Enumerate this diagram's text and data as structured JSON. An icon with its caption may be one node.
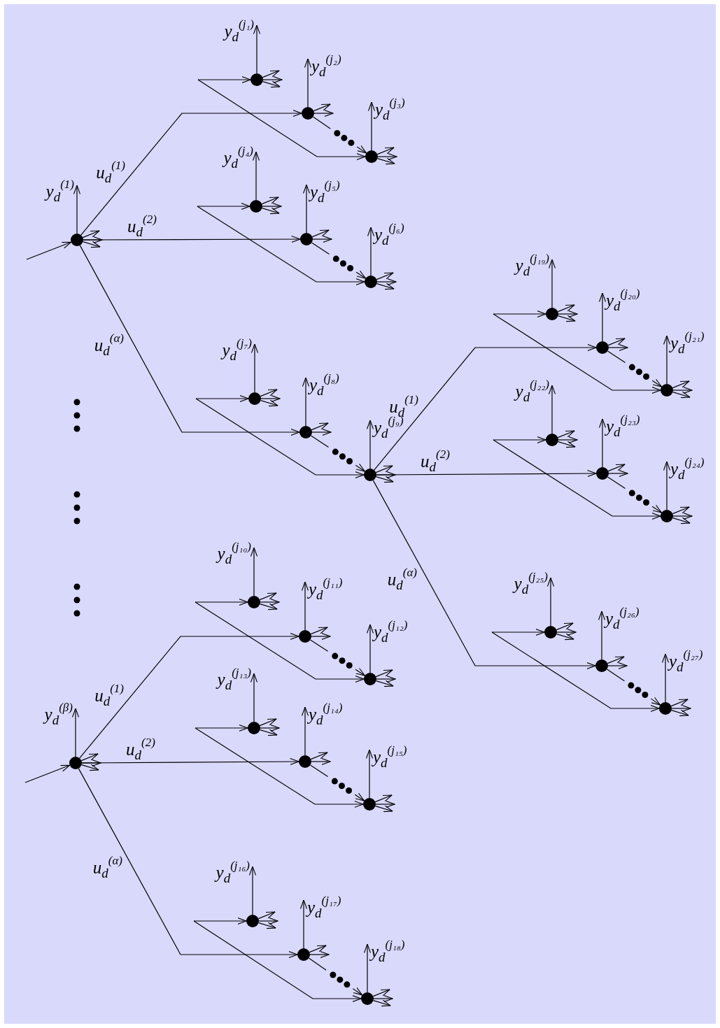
{
  "diagram": {
    "nodes": [
      {
        "text": [],
        "shape": "circle"
      },
      {
        "text": [],
        "shape": "circle"
      },
      {
        "text": [],
        "shape": "circle"
      },
      {
        "text": [],
        "shape": "circle"
      },
      {
        "text": [],
        "shape": "circle"
      },
      {
        "text": [],
        "shape": "circle"
      },
      {
        "text": [],
        "shape": "circle"
      },
      {
        "text": [],
        "shape": "circle"
      },
      {
        "text": [],
        "shape": "circle"
      },
      {
        "text": [],
        "shape": "circle"
      },
      {
        "text": [],
        "shape": "circle"
      },
      {
        "text": [],
        "shape": "circle"
      },
      {
        "text": [],
        "shape": "circle"
      },
      {
        "text": [],
        "shape": "circle"
      },
      {
        "text": [],
        "shape": "circle"
      },
      {
        "text": [],
        "shape": "circle"
      },
      {
        "text": [],
        "shape": "circle"
      },
      {
        "text": [],
        "shape": "circle"
      },
      {
        "text": [],
        "shape": "circle"
      },
      {
        "text": [],
        "shape": "circle"
      },
      {
        "text": [],
        "shape": "circle"
      },
      {
        "text": [],
        "shape": "circle"
      },
      {
        "text": [],
        "shape": "circle"
      },
      {
        "text": [],
        "shape": "circle"
      },
      {
        "text": [],
        "shape": "circle"
      },
      {
        "text": [],
        "shape": "circle"
      },
      {
        "text": [],
        "shape": "circle"
      },
      {
        "text": [],
        "shape": "circle"
      },
      {
        "text": [],
        "shape": "circle"
      }
    ],
    "edges": [
      {
        "from": 0,
        "to": null,
        "arrow": "to",
        "label": "y$_{d}$$^{(1)}$"
      },
      {
        "from": 0,
        "to": null,
        "arrow": "to"
      },
      {
        "from": 0,
        "to": null,
        "arrow": "to"
      },
      {
        "from": 0,
        "to": null,
        "arrow": "to"
      },
      {
        "from": 1,
        "to": null,
        "arrow": "to",
        "label": "y$_{d}$$^{(j₁)}$"
      },
      {
        "from": 1,
        "to": null,
        "arrow": "to"
      },
      {
        "from": 1,
        "to": null,
        "arrow": "to"
      },
      {
        "from": 1,
        "to": null,
        "arrow": "to"
      },
      {
        "from": 2,
        "to": null,
        "arrow": "to",
        "label": "y$_{d}$$^{(j₂)}$"
      },
      {
        "from": 2,
        "to": null,
        "arrow": "to"
      },
      {
        "from": 2,
        "to": null,
        "arrow": "to"
      },
      {
        "from": 2,
        "to": 3,
        "arrow": "to",
        "style": "dashed"
      },
      {
        "from": 3,
        "to": null,
        "arrow": "to",
        "label": "y$_{d}$$^{(j₃)}$"
      },
      {
        "from": 3,
        "to": null,
        "arrow": "to"
      },
      {
        "from": 3,
        "to": null,
        "arrow": "to"
      },
      {
        "from": 3,
        "to": null,
        "arrow": "to"
      },
      {
        "from": 4,
        "to": null,
        "arrow": "to",
        "label": "y$_{d}$$^{(j₄)}$"
      },
      {
        "from": 4,
        "to": null,
        "arrow": "to"
      },
      {
        "from": 4,
        "to": null,
        "arrow": "to"
      },
      {
        "from": 4,
        "to": null,
        "arrow": "to"
      },
      {
        "from": 5,
        "to": null,
        "arrow": "to",
        "label": "y$_{d}$$^{(j₅)}$"
      },
      {
        "from": 5,
        "to": null,
        "arrow": "to"
      },
      {
        "from": 5,
        "to": null,
        "arrow": "to"
      },
      {
        "from": 5,
        "to": 6,
        "arrow": "to",
        "style": "dashed"
      },
      {
        "from": 6,
        "to": null,
        "arrow": "to",
        "label": "y$_{d}$$^{(j₆)}$"
      },
      {
        "from": 6,
        "to": null,
        "arrow": "to"
      },
      {
        "from": 6,
        "to": null,
        "arrow": "to"
      },
      {
        "from": 6,
        "to": null,
        "arrow": "to"
      },
      {
        "from": 7,
        "to": null,
        "arrow": "to",
        "label": "y$_{d}$$^{(j₇)}$"
      },
      {
        "from": 7,
        "to": null,
        "arrow": "to"
      },
      {
        "from": 7,
        "to": null,
        "arrow": "to"
      },
      {
        "from": 7,
        "to": null,
        "arrow": "to"
      },
      {
        "from": 8,
        "to": null,
        "arrow": "to",
        "label": "y$_{d}$$^{(j₈)}$"
      },
      {
        "from": 8,
        "to": null,
        "arrow": "to"
      },
      {
        "from": 8,
        "to": null,
        "arrow": "to"
      },
      {
        "from": 8,
        "to": 9,
        "arrow": "to",
        "style": "dashed"
      },
      {
        "from": 9,
        "to": null,
        "arrow": "to",
        "label": "y$_{d}$$^{(j₉)}$"
      },
      {
        "from": 9,
        "to": null,
        "arrow": "to"
      },
      {
        "from": 9,
        "to": null,
        "arrow": "to"
      },
      {
        "from": 9,
        "to": null,
        "arrow": "to"
      },
      {
        "from": 10,
        "to": null,
        "arrow": "to",
        "label": "y$_{d}$$^{(β)}$"
      },
      {
        "from": 10,
        "to": null,
        "arrow": "to"
      },
      {
        "from": 10,
        "to": null,
        "arrow": "to"
      },
      {
        "from": 10,
        "to": null,
        "arrow": "to"
      },
      {
        "from": 11,
        "to": null,
        "arrow": "to",
        "label": "y$_{d}$$^{(j₁₀)}$"
      },
      {
        "from": 11,
        "to": null,
        "arrow": "to"
      },
      {
        "from": 11,
        "to": null,
        "arrow": "to"
      },
      {
        "from": 11,
        "to": null,
        "arrow": "to"
      },
      {
        "from": 12,
        "to": null,
        "arrow": "to",
        "label": "y$_{d}$$^{(j₁₁)}$"
      },
      {
        "from": 12,
        "to": null,
        "arrow": "to"
      },
      {
        "from": 12,
        "to": null,
        "arrow": "to"
      },
      {
        "from": 12,
        "to": 13,
        "arrow": "to",
        "style": "dashed"
      },
      {
        "from": 13,
        "to": null,
        "arrow": "to",
        "label": "y$_{d}$$^{(j₁₂)}$"
      },
      {
        "from": 13,
        "to": null,
        "arrow": "to"
      },
      {
        "from": 13,
        "to": null,
        "arrow": "to"
      },
      {
        "from": 13,
        "to": null,
        "arrow": "to"
      },
      {
        "from": 14,
        "to": null,
        "arrow": "to",
        "label": "y$_{d}$$^{(j₁₃)}$"
      },
      {
        "from": 14,
        "to": null,
        "arrow": "to"
      },
      {
        "from": 14,
        "to": null,
        "arrow": "to"
      },
      {
        "from": 14,
        "to": null,
        "arrow": "to"
      },
      {
        "from": 15,
        "to": null,
        "arrow": "to",
        "label": "y$_{d}$$^{(j₁₄)}$"
      },
      {
        "from": 15,
        "to": null,
        "arrow": "to"
      },
      {
        "from": 15,
        "to": null,
        "arrow": "to"
      },
      {
        "from": 15,
        "to": 16,
        "arrow": "to",
        "style": "dashed"
      },
      {
        "from": 16,
        "to": null,
        "arrow": "to",
        "label": "y$_{d}$$^{(j₁₅)}$"
      },
      {
        "from": 16,
        "to": null,
        "arrow": "to"
      },
      {
        "from": 16,
        "to": null,
        "arrow": "to"
      },
      {
        "from": 16,
        "to": null,
        "arrow": "to"
      },
      {
        "from": 17,
        "to": null,
        "arrow": "to",
        "label": "y$_{d}$$^{(j₁₆)}$"
      },
      {
        "from": 17,
        "to": null,
        "arrow": "to"
      },
      {
        "from": 17,
        "to": null,
        "arrow": "to"
      },
      {
        "from": 17,
        "to": null,
        "arrow": "to"
      },
      {
        "from": 18,
        "to": null,
        "arrow": "to",
        "label": "y$_{d}$$^{(j₁₇)}$"
      },
      {
        "from": 18,
        "to": null,
        "arrow": "to"
      },
      {
        "from": 18,
        "to": null,
        "arrow": "to"
      },
      {
        "from": 18,
        "to": 19,
        "arrow": "to",
        "style": "dashed"
      },
      {
        "from": 19,
        "to": null,
        "arrow": "to",
        "label": "y$_{d}$$^{(j₁₈)}$"
      },
      {
        "from": 19,
        "to": null,
        "arrow": "to"
      },
      {
        "from": 19,
        "to": null,
        "arrow": "to"
      },
      {
        "from": 19,
        "to": null,
        "arrow": "to"
      },
      {
        "from": 20,
        "to": null,
        "arrow": "to",
        "label": "y$_{d}$$^{(j₁₉)}$"
      },
      {
        "from": 20,
        "to": null,
        "arrow": "to"
      },
      {
        "from": 20,
        "to": null,
        "arrow": "to"
      },
      {
        "from": 20,
        "to": null,
        "arrow": "to"
      },
      {
        "from": 21,
        "to": null,
        "arrow": "to",
        "label": "y$_{d}$$^{(j₂₀)}$"
      },
      {
        "from": 21,
        "to": null,
        "arrow": "to"
      },
      {
        "from": 21,
        "to": null,
        "arrow": "to"
      },
      {
        "from": 21,
        "to": 22,
        "arrow": "to",
        "style": "dashed"
      },
      {
        "from": 22,
        "to": null,
        "arrow": "to",
        "label": "y$_{d}$$^{(j₂₁)}$"
      },
      {
        "from": 22,
        "to": null,
        "arrow": "to"
      },
      {
        "from": 22,
        "to": null,
        "arrow": "to"
      },
      {
        "from": 22,
        "to": null,
        "arrow": "to"
      },
      {
        "from": 23,
        "to": null,
        "arrow": "to",
        "label": "y$_{d}$$^{(j₂₂)}$"
      },
      {
        "from": 23,
        "to": null,
        "arrow": "to"
      },
      {
        "from": 23,
        "to": null,
        "arrow": "to"
      },
      {
        "from": 23,
        "to": null,
        "arrow": "to"
      },
      {
        "from": 24,
        "to": null,
        "arrow": "to",
        "label": "y$_{d}$$^{(j₂₃)}$"
      },
      {
        "from": 24,
        "to": null,
        "arrow": "to"
      },
      {
        "from": 24,
        "to": null,
        "arrow": "to"
      },
      {
        "from": 24,
        "to": 25,
        "arrow": "to",
        "style": "dashed"
      },
      {
        "from": 25,
        "to": null,
        "arrow": "to",
        "label": "y$_{d}$$^{(j₂₄)}$"
      },
      {
        "from": 25,
        "to": null,
        "arrow": "to"
      },
      {
        "from": 25,
        "to": null,
        "arrow": "to"
      },
      {
        "from": 25,
        "to": null,
        "arrow": "to"
      },
      {
        "from": 26,
        "to": null,
        "arrow": "to",
        "label": "y$_{d}$$^{(j₂₅)}$"
      },
      {
        "from": 26,
        "to": null,
        "arrow": "to"
      },
      {
        "from": 26,
        "to": null,
        "arrow": "to"
      },
      {
        "from": 26,
        "to": null,
        "arrow": "to"
      },
      {
        "from": 27,
        "to": null,
        "arrow": "to",
        "label": "y$_{d}$$^{(j₂₆)}$"
      },
      {
        "from": 27,
        "to": null,
        "arrow": "to"
      },
      {
        "from": 27,
        "to": null,
        "arrow": "to"
      },
      {
        "from": 27,
        "to": 28,
        "arrow": "to",
        "style": "dashed"
      },
      {
        "from": 28,
        "to": null,
        "arrow": "to",
        "label": "y$_{d}$$^{(j₂₇)}$"
      },
      {
        "from": 28,
        "to": null,
        "arrow": "to"
      },
      {
        "from": 28,
        "to": null,
        "arrow": "to"
      },
      {
        "from": 28,
        "to": null,
        "arrow": "to"
      },
      {
        "from": 0,
        "to": 2,
        "arrow": "to",
        "label": "u$_{d}$$^{(1)}$"
      },
      {
        "from": 0,
        "to": 5,
        "arrow": "to",
        "label": "u$_{d}$$^{(2)}$"
      },
      {
        "from": 0,
        "to": 8,
        "arrow": "to",
        "label": "u$_{d}$$^{(α)}$"
      },
      {
        "from": 9,
        "to": 21,
        "arrow": "to",
        "label": "u$_{d}$$^{(1)}$"
      },
      {
        "from": 9,
        "to": 24,
        "arrow": "to",
        "label": "u$_{d}$$^{(2)}$"
      },
      {
        "from": 9,
        "to": 27,
        "arrow": "to",
        "label": "u$_{d}$$^{(α)}$"
      },
      {
        "from": 10,
        "to": 12,
        "arrow": "to",
        "label": "u$_{d}$$^{(1)}$"
      },
      {
        "from": 10,
        "to": 15,
        "arrow": "to",
        "label": "u$_{d}$$^{(2)}$"
      },
      {
        "from": 10,
        "to": 18,
        "arrow": "to",
        "label": "u$_{d}$$^{(α)}$"
      },
      {
        "from": null,
        "to": 0,
        "arrow": "to"
      },
      {
        "from": null,
        "to": 10,
        "arrow": "to"
      },
      {
        "from": null,
        "to": 1,
        "arrow": "to"
      },
      {
        "from": null,
        "to": 3,
        "arrow": "to"
      },
      {
        "from": null,
        "to": 4,
        "arrow": "to"
      },
      {
        "from": null,
        "to": 6,
        "arrow": "to"
      },
      {
        "from": null,
        "to": 7,
        "arrow": "to"
      },
      {
        "from": null,
        "to": 9,
        "arrow": "to"
      },
      {
        "from": null,
        "to": 11,
        "arrow": "to"
      },
      {
        "from": null,
        "to": 13,
        "arrow": "to"
      },
      {
        "from": null,
        "to": 14,
        "arrow": "to"
      },
      {
        "from": null,
        "to": 16,
        "arrow": "to"
      },
      {
        "from": null,
        "to": 17,
        "arrow": "to"
      },
      {
        "from": null,
        "to": 19,
        "arrow": "to"
      },
      {
        "from": null,
        "to": 20,
        "arrow": "to"
      },
      {
        "from": null,
        "to": 22,
        "arrow": "to"
      },
      {
        "from": null,
        "to": 23,
        "arrow": "to"
      },
      {
        "from": null,
        "to": 25,
        "arrow": "to"
      },
      {
        "from": null,
        "to": 26,
        "arrow": "to"
      },
      {
        "from": null,
        "to": 28,
        "arrow": "to"
      }
    ]
  }
}
